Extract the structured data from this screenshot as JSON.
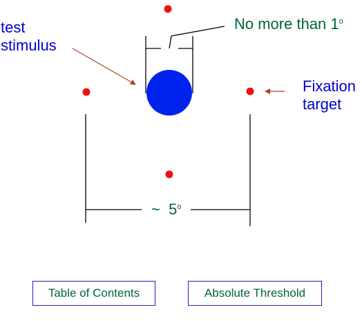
{
  "labels": {
    "test_stimulus_line1": "test",
    "test_stimulus_line2": "stimulus",
    "max_size": "No more than 1",
    "max_size_unit": "o",
    "fixation_line1": "Fixation",
    "fixation_line2": "target",
    "separation": "~  5",
    "separation_unit": "o"
  },
  "nav": {
    "toc": "Table of Contents",
    "next": "Absolute Threshold"
  },
  "colors": {
    "fixation_dot": "#ee1111",
    "stimulus": "#0022ee",
    "arrow": "#b04020",
    "lines": "#000000",
    "blue_text": "#0000cc",
    "green_text": "#006633"
  }
}
